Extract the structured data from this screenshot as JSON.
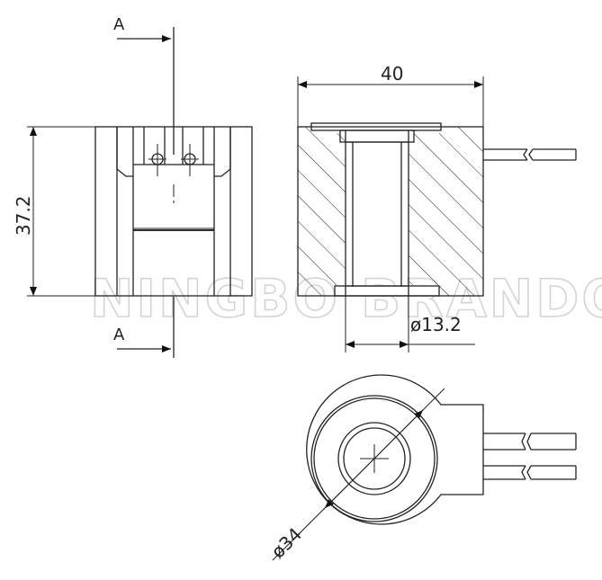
{
  "labels": {
    "section_top": "A",
    "section_bottom": "A",
    "width": "40",
    "height": "37.2",
    "bore_diameter": "ø13.2",
    "outer_diameter": "ø34"
  },
  "watermark": "NINGBO BRANDO",
  "colors": {
    "line": "#222222",
    "watermark": "#d4d4d4",
    "background": "#ffffff"
  }
}
